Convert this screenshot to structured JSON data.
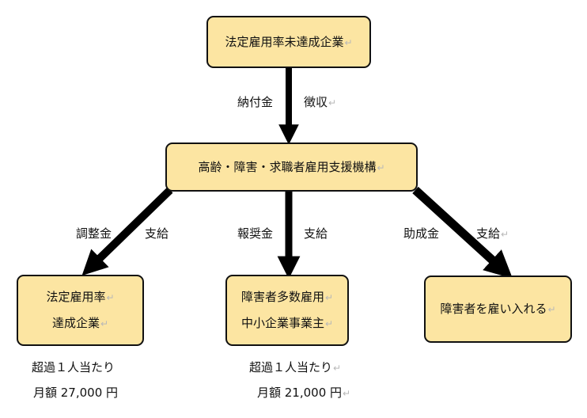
{
  "return_mark": "↵",
  "nodes": {
    "top": "法定雇用率未達成企業",
    "middle": "高齢・障害・求職者雇用支援機構",
    "left_line1": "法定雇用率",
    "left_line2": "達成企業",
    "center_line1": "障害者多数雇用",
    "center_line2": "中小企業事業主",
    "right": "障害者を雇い入れる"
  },
  "edge_labels": {
    "top_left": "納付金",
    "top_right": "徴収",
    "left_a": "調整金",
    "left_b": "支給",
    "center_a": "報奨金",
    "center_b": "支給",
    "right_a": "助成金",
    "right_b": "支給"
  },
  "notes": {
    "left_line1": "超過１人当たり",
    "left_line2": "月額 27,000 円",
    "center_line1": "超過１人当たり",
    "center_line2": "月額 21,000 円"
  },
  "colors": {
    "box_fill": "#fce5a2",
    "stroke": "#111111",
    "return_mark": "#b8b8b8"
  }
}
